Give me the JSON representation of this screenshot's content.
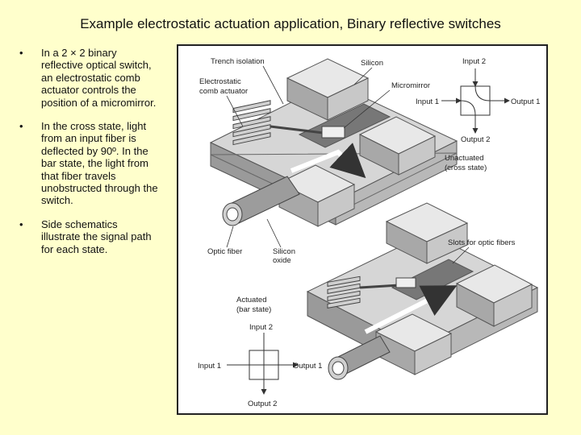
{
  "slide": {
    "title": "Example electrostatic actuation application, Binary reflective switches",
    "bullets": [
      "In a 2 × 2 binary reflective optical switch, an electrostatic comb actuator controls the position of a micromirror.",
      "In the cross state, light from an input fiber is deflected by 90º. In the bar state, the light from that fiber travels unobstructed through the switch.",
      "Side schematics illustrate the signal path for each state."
    ]
  },
  "figure": {
    "labels": {
      "trench_isolation": "Trench isolation",
      "silicon": "Silicon",
      "electrostatic_comb_actuator_1": "Electrostatic",
      "electrostatic_comb_actuator_2": "comb actuator",
      "micromirror": "Micromirror",
      "unactuated_1": "Unactuated",
      "unactuated_2": "(cross state)",
      "slots": "Slots for optic fibers",
      "optic_fiber": "Optic fiber",
      "silicon_oxide_1": "Silicon",
      "silicon_oxide_2": "oxide",
      "actuated_1": "Actuated",
      "actuated_2": "(bar state)"
    },
    "cross_schematic": {
      "input1": "Input 1",
      "input2": "Input 2",
      "output1": "Output 1",
      "output2": "Output 2"
    },
    "bar_schematic": {
      "input1": "Input 1",
      "input2": "Input 2",
      "output1": "Output 1",
      "output2": "Output 2"
    }
  }
}
